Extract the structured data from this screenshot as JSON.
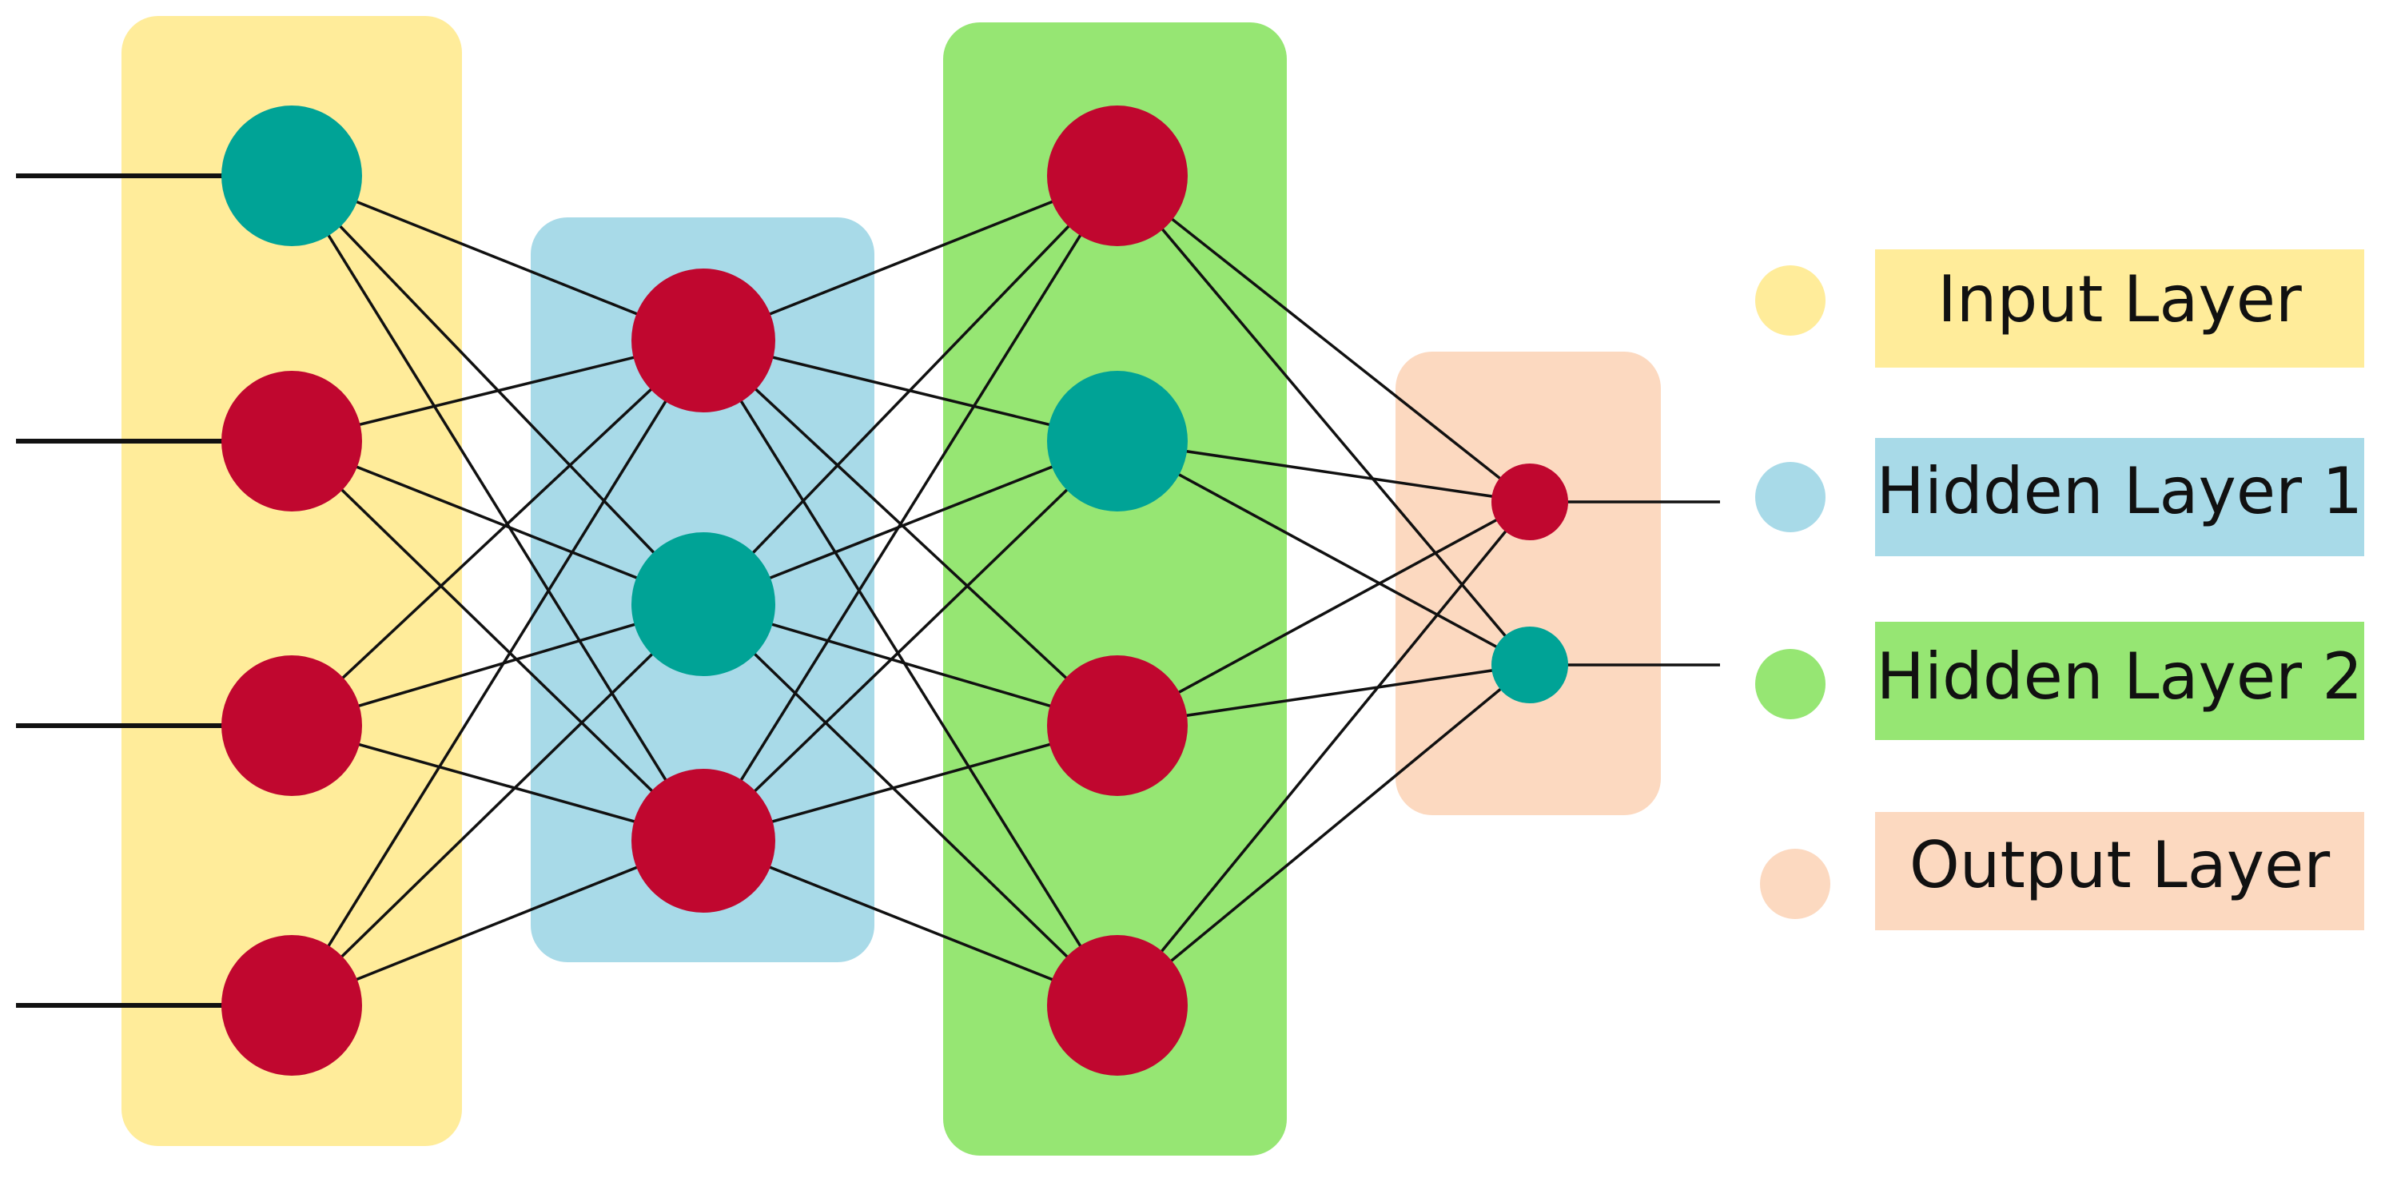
{
  "colors": {
    "input_layer": "#ffec9a",
    "hidden_layer_1": "#a8dae8",
    "hidden_layer_2": "#96e673",
    "output_layer": "#fcd9c0",
    "node_red": "#c0072f",
    "node_teal": "#00a396",
    "edge": "#111111"
  },
  "network": {
    "layers": [
      {
        "name": "input",
        "color_key": "input_layer",
        "nodes": [
          "teal",
          "red",
          "red",
          "red"
        ]
      },
      {
        "name": "hidden1",
        "color_key": "hidden_layer_1",
        "nodes": [
          "red",
          "teal",
          "red"
        ]
      },
      {
        "name": "hidden2",
        "color_key": "hidden_layer_2",
        "nodes": [
          "red",
          "teal",
          "red",
          "red"
        ]
      },
      {
        "name": "output",
        "color_key": "output_layer",
        "nodes": [
          "red",
          "teal"
        ]
      }
    ]
  },
  "legend": {
    "items": [
      {
        "label": "Input Layer",
        "color_key": "input_layer"
      },
      {
        "label": "Hidden Layer 1",
        "color_key": "hidden_layer_1"
      },
      {
        "label": "Hidden Layer 2",
        "color_key": "hidden_layer_2"
      },
      {
        "label": "Output Layer",
        "color_key": "output_layer"
      }
    ]
  }
}
